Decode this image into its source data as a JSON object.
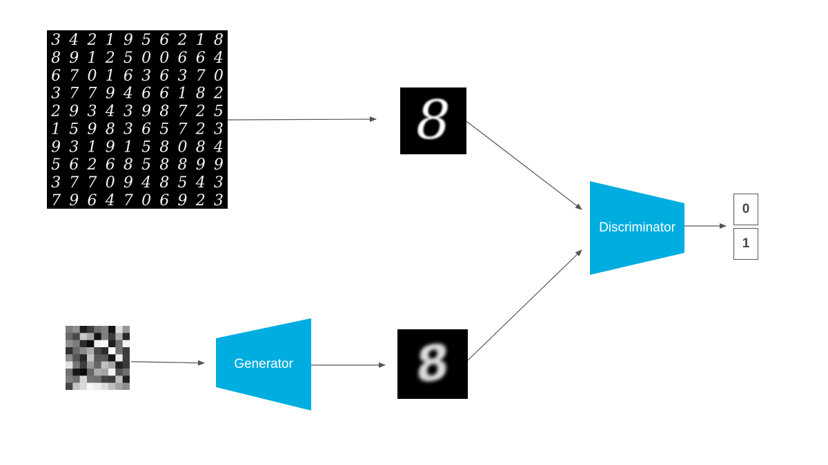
{
  "generator": {
    "label": "Generator"
  },
  "discriminator": {
    "label": "Discriminator"
  },
  "output": {
    "values": [
      "0",
      "1"
    ]
  },
  "dataset_grid": {
    "rows": [
      [
        "3",
        "4",
        "2",
        "1",
        "9",
        "5",
        "6",
        "2",
        "1",
        "8"
      ],
      [
        "8",
        "9",
        "1",
        "2",
        "5",
        "0",
        "0",
        "6",
        "6",
        "4"
      ],
      [
        "6",
        "7",
        "0",
        "1",
        "6",
        "3",
        "6",
        "3",
        "7",
        "0"
      ],
      [
        "3",
        "7",
        "7",
        "9",
        "4",
        "6",
        "6",
        "1",
        "8",
        "2"
      ],
      [
        "2",
        "9",
        "3",
        "4",
        "3",
        "9",
        "8",
        "7",
        "2",
        "5"
      ],
      [
        "1",
        "5",
        "9",
        "8",
        "3",
        "6",
        "5",
        "7",
        "2",
        "3"
      ],
      [
        "9",
        "3",
        "1",
        "9",
        "1",
        "5",
        "8",
        "0",
        "8",
        "4"
      ],
      [
        "5",
        "6",
        "2",
        "6",
        "8",
        "5",
        "8",
        "8",
        "9",
        "9"
      ],
      [
        "3",
        "7",
        "7",
        "0",
        "9",
        "4",
        "8",
        "5",
        "4",
        "3"
      ],
      [
        "7",
        "9",
        "6",
        "4",
        "7",
        "0",
        "6",
        "9",
        "2",
        "3"
      ]
    ]
  },
  "real_sample": {
    "digit": "8"
  },
  "fake_sample": {
    "digit": "8"
  },
  "colors": {
    "accent": "#00ade0",
    "arrow": "#555555",
    "background": "#ffffff"
  },
  "icons": {
    "dataset": "mnist-digit-grid-image",
    "noise": "random-noise-image",
    "real": "real-digit-sample-image",
    "fake": "generated-digit-sample-image"
  }
}
